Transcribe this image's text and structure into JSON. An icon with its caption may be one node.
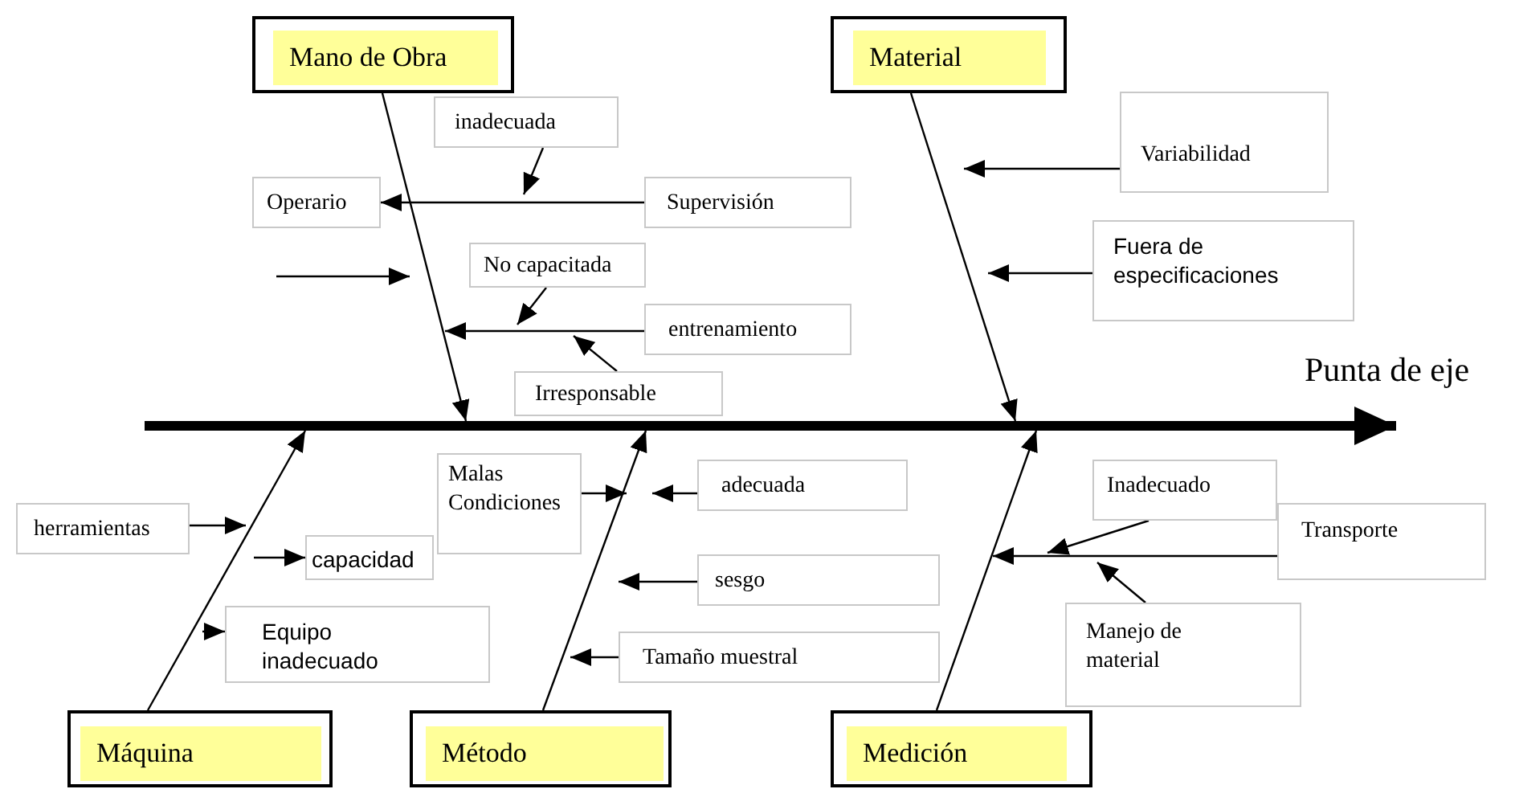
{
  "diagram": {
    "nodes": [
      {
        "text": [
          "Mano de Obra"
        ]
      },
      {
        "text": [
          "Material"
        ]
      },
      {
        "text": [
          "inadecuada"
        ]
      },
      {
        "text": [
          "Variabilidad"
        ]
      },
      {
        "text": [
          "Operario"
        ]
      },
      {
        "text": [
          "Supervisión"
        ]
      },
      {
        "text": [
          "No capacitada"
        ]
      },
      {
        "text": [
          "Fuera de especificaciones"
        ]
      },
      {
        "text": [
          "entrenamiento"
        ]
      },
      {
        "text": [
          "Irresponsable"
        ]
      },
      {
        "text": [
          "Malas Condiciones"
        ]
      },
      {
        "text": [
          "adecuada"
        ]
      },
      {
        "text": [
          "herramientas"
        ]
      },
      {
        "text": [
          "capacidad"
        ]
      },
      {
        "text": [
          "sesgo"
        ]
      },
      {
        "text": [
          "Equipo inadecuado"
        ]
      },
      {
        "text": [
          "Tamaño muestral"
        ]
      },
      {
        "text": [
          "Inadecuado"
        ]
      },
      {
        "text": [
          "Transporte"
        ]
      },
      {
        "text": [
          "Manejo de material"
        ]
      },
      {
        "text": [
          "Máquina"
        ]
      },
      {
        "text": [
          "Método"
        ]
      },
      {
        "text": [
          "Medición"
        ]
      },
      {
        "text": [],
        "shape": "arrow"
      }
    ],
    "edges": [
      {
        "from": 0,
        "to": 23,
        "arrow": "to"
      },
      {
        "from": 1,
        "to": 23,
        "arrow": "to"
      },
      {
        "from": 2,
        "to": null,
        "arrow": "to"
      },
      {
        "from": 3,
        "to": null,
        "arrow": "to"
      },
      {
        "from": 5,
        "to": 4,
        "arrow": "to"
      },
      {
        "from": 6,
        "to": null,
        "arrow": "to"
      },
      {
        "from": 7,
        "to": null,
        "arrow": "to"
      },
      {
        "from": 8,
        "to": null,
        "arrow": "to"
      },
      {
        "from": 9,
        "to": null,
        "arrow": "to"
      },
      {
        "from": 10,
        "to": null,
        "arrow": "to"
      },
      {
        "from": 11,
        "to": null,
        "arrow": "to"
      },
      {
        "from": 12,
        "to": null,
        "arrow": "to"
      },
      {
        "from": null,
        "to": 13,
        "arrow": "to"
      },
      {
        "from": 14,
        "to": null,
        "arrow": "to"
      },
      {
        "from": null,
        "to": 15,
        "arrow": "to"
      },
      {
        "from": 16,
        "to": null,
        "arrow": "to"
      },
      {
        "from": 17,
        "to": null,
        "arrow": "to"
      },
      {
        "from": 18,
        "to": null,
        "arrow": "to"
      },
      {
        "from": 19,
        "to": null,
        "arrow": "to"
      },
      {
        "from": 20,
        "to": 23,
        "arrow": "to"
      },
      {
        "from": 21,
        "to": 23,
        "arrow": "to"
      },
      {
        "from": 22,
        "to": 23,
        "arrow": "to"
      }
    ],
    "labels": [
      "Punta de eje"
    ]
  }
}
